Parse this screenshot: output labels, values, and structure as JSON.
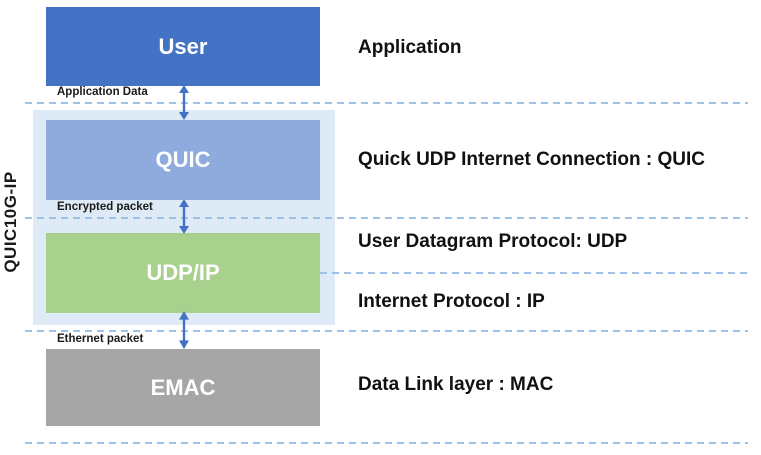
{
  "title_vertical": "QUIC10G-IP",
  "boxes": {
    "user": {
      "label": "User"
    },
    "quic": {
      "label": "QUIC"
    },
    "udpip": {
      "label": "UDP/IP"
    },
    "emac": {
      "label": "EMAC"
    }
  },
  "packet_labels": {
    "application_data": "Application Data",
    "encrypted_packet": "Encrypted packet",
    "ethernet_packet": "Ethernet packet"
  },
  "right_labels": {
    "application": "Application",
    "quic": "Quick UDP Internet Connection : QUIC",
    "udp": "User Datagram Protocol: UDP",
    "ip": "Internet Protocol : IP",
    "mac": "Data Link layer : MAC"
  },
  "colors": {
    "user_box": "#4472C4",
    "quic_box": "#8FAADC",
    "udpip_box": "#A9D18E",
    "emac_box": "#A6A6A6",
    "container": "#DEEBF7",
    "dashed_line": "#9DC3E6",
    "arrow": "#4472C4",
    "text_dark": "#1a1a1a",
    "box_text": "#FFFFFF"
  }
}
